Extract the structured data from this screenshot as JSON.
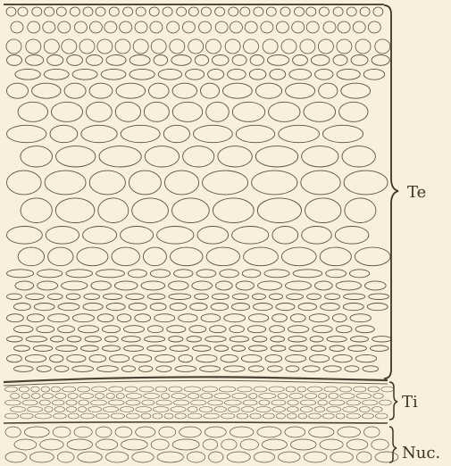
{
  "figure": {
    "background": "#f8f0dc",
    "ink": "#5b5244",
    "labels": {
      "te": "Te",
      "ti": "Ti",
      "nuc": "Nuc."
    }
  }
}
